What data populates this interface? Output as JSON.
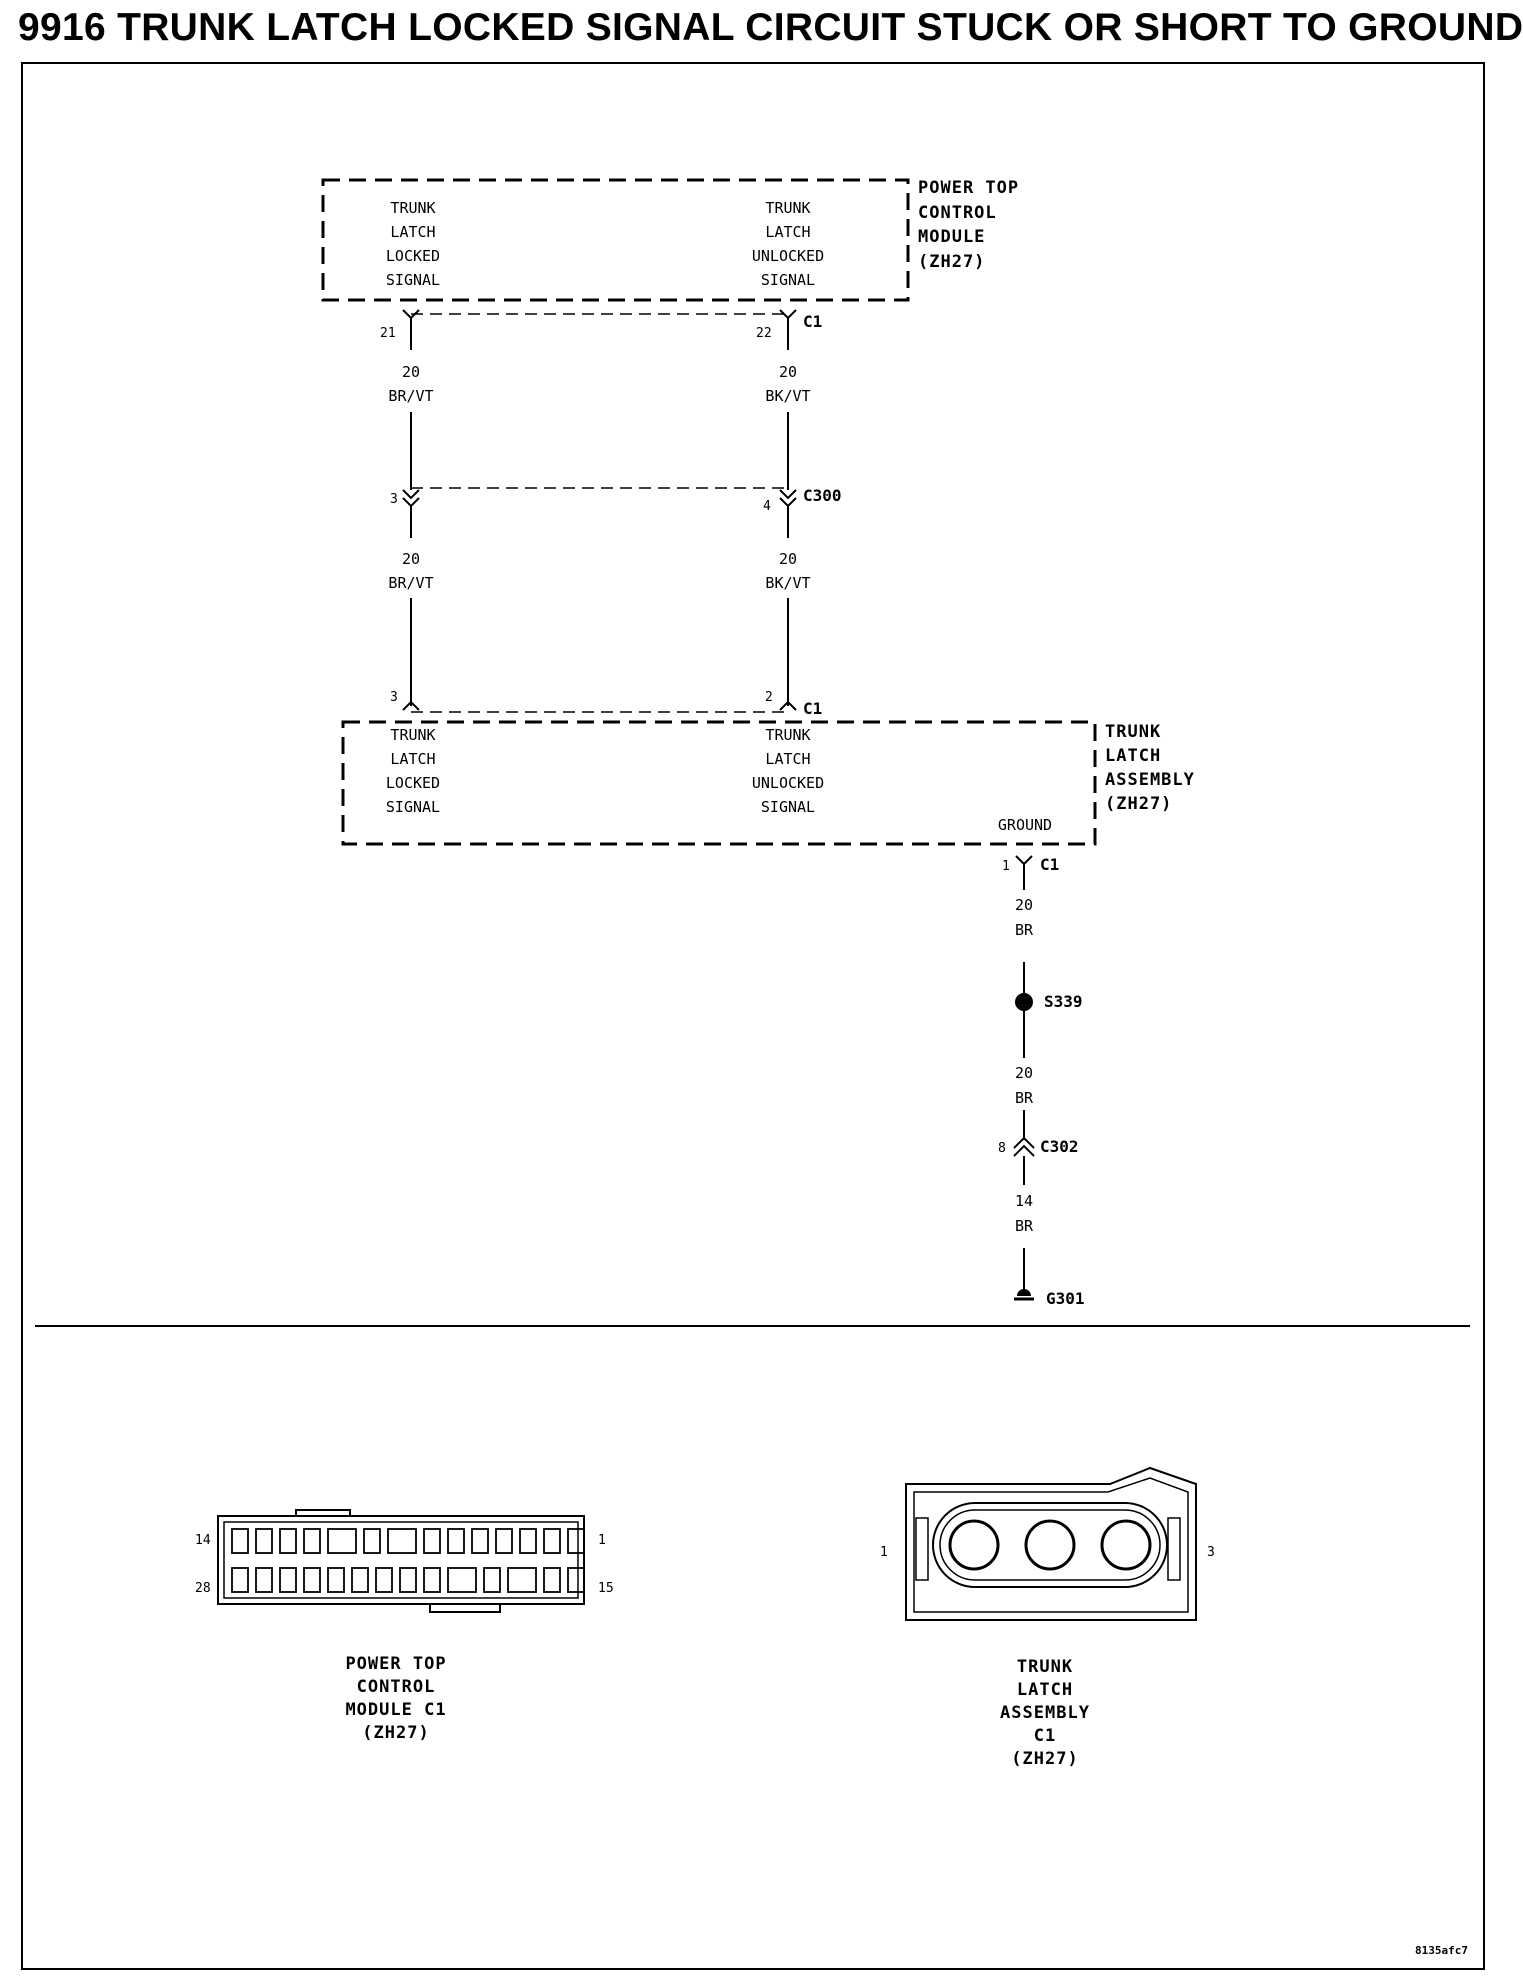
{
  "title": "9916 TRUNK LATCH LOCKED SIGNAL CIRCUIT STUCK OR SHORT TO GROUND",
  "pctm": {
    "name_lines": [
      "POWER TOP",
      "CONTROL",
      "MODULE",
      "(ZH27)"
    ],
    "locked_signal": [
      "TRUNK",
      "LATCH",
      "LOCKED",
      "SIGNAL"
    ],
    "unlocked_signal": [
      "TRUNK",
      "LATCH",
      "UNLOCKED",
      "SIGNAL"
    ],
    "connector": "C1",
    "pin_locked": "21",
    "pin_unlocked": "22"
  },
  "wires": {
    "left_gauge": "20",
    "left_color": "BR/VT",
    "right_gauge": "20",
    "right_color": "BK/VT"
  },
  "c300": {
    "name": "C300",
    "pin_left": "3",
    "pin_right": "4"
  },
  "latch": {
    "name_lines": [
      "TRUNK",
      "LATCH",
      "ASSEMBLY",
      "(ZH27)"
    ],
    "locked_signal": [
      "TRUNK",
      "LATCH",
      "LOCKED",
      "SIGNAL"
    ],
    "unlocked_signal": [
      "TRUNK",
      "LATCH",
      "UNLOCKED",
      "SIGNAL"
    ],
    "ground_label": "GROUND",
    "connector": "C1",
    "pin_locked": "3",
    "pin_unlocked": "2",
    "ground_connector": "C1",
    "ground_pin": "1"
  },
  "ground_path": {
    "wire1_gauge": "20",
    "wire1_color": "BR",
    "splice": "S339",
    "wire2_gauge": "20",
    "wire2_color": "BR",
    "connector": "C302",
    "connector_pin": "8",
    "wire3_gauge": "14",
    "wire3_color": "BR",
    "ground": "G301"
  },
  "connector_views": {
    "pctm": {
      "caption": [
        "POWER TOP",
        "CONTROL",
        "MODULE C1",
        "(ZH27)"
      ],
      "pin_top_left": "14",
      "pin_top_right": "1",
      "pin_bottom_left": "28",
      "pin_bottom_right": "15"
    },
    "latch": {
      "caption": [
        "TRUNK",
        "LATCH",
        "ASSEMBLY",
        "C1",
        "(ZH27)"
      ],
      "pin_left": "1",
      "pin_right": "3"
    }
  },
  "figure_code": "8135afc7"
}
